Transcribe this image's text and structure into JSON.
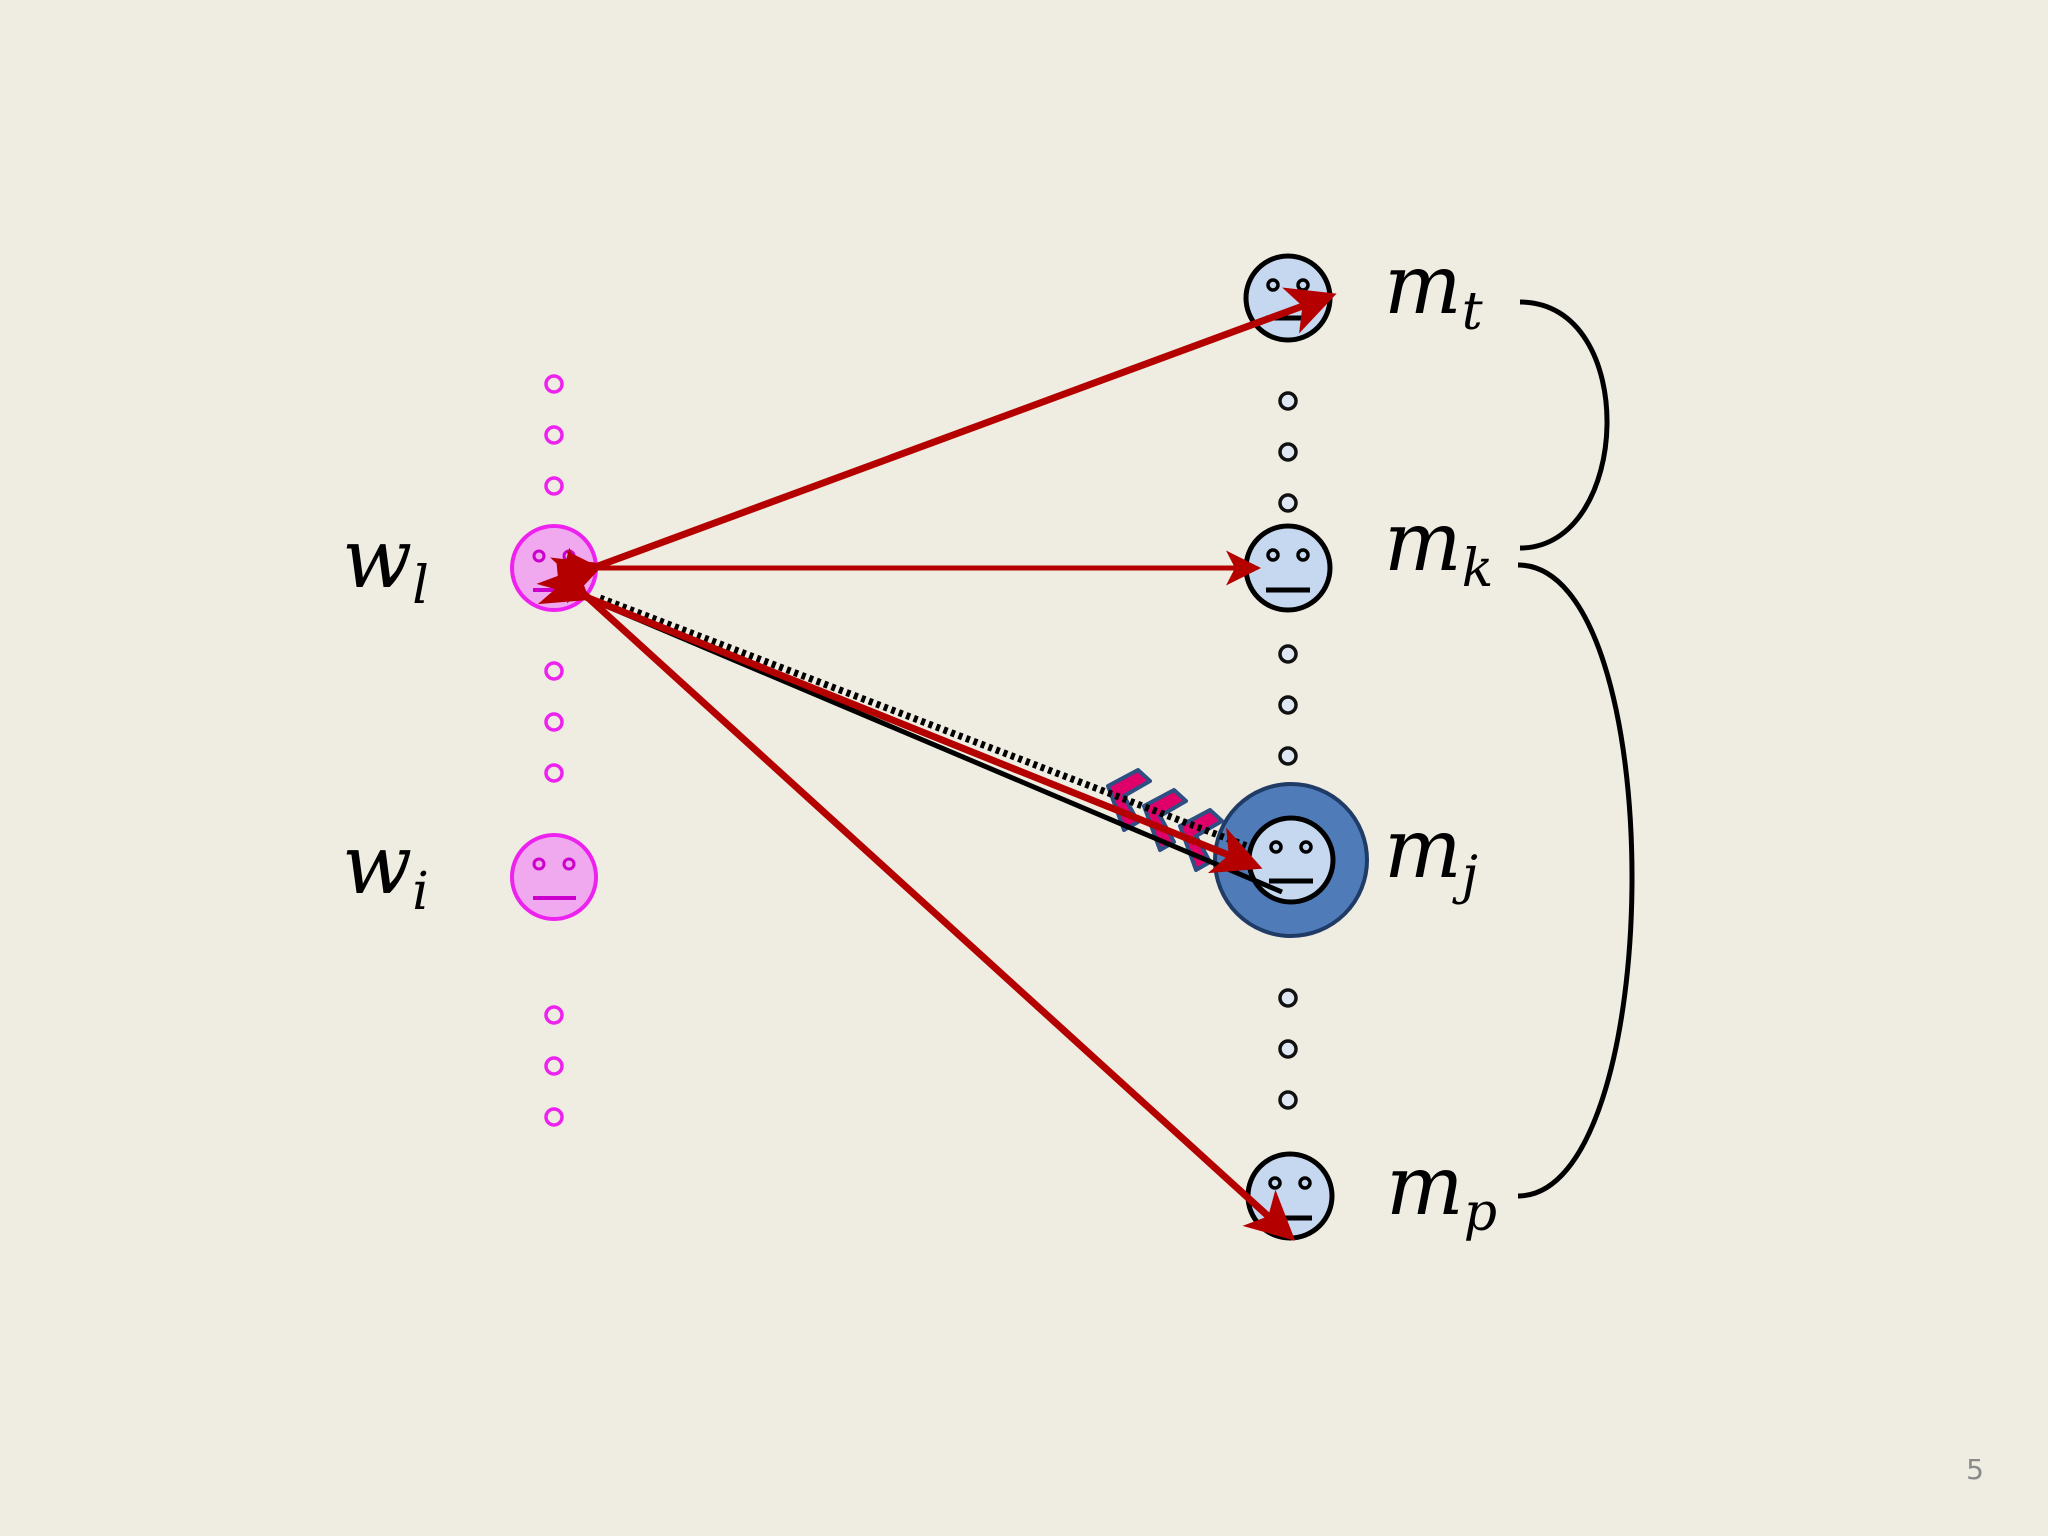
{
  "women": {
    "w_l": {
      "label": "w",
      "sub": "l"
    },
    "w_i": {
      "label": "w",
      "sub": "i"
    }
  },
  "men": {
    "m_t": {
      "label": "m",
      "sub": "t"
    },
    "m_k": {
      "label": "m",
      "sub": "k"
    },
    "m_j": {
      "label": "m",
      "sub": "j"
    },
    "m_p": {
      "label": "m",
      "sub": "p"
    }
  },
  "colors": {
    "background": "#efece1",
    "woman_face": "#f0a8ee",
    "woman_stroke": "#ee22ee",
    "man_face": "#c5d8ef",
    "highlight_disc": "#4f7cb8",
    "proposal_arrow": "#b50000",
    "chevron": "#e0006a"
  },
  "page_number": "5"
}
